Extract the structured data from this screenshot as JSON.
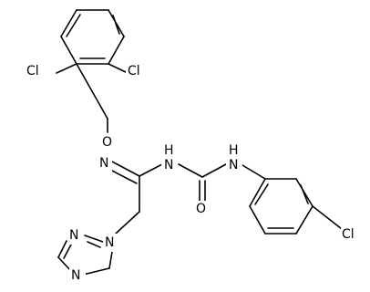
{
  "molecule": {
    "atoms": {
      "cl_left": "Cl",
      "cl_right": "Cl",
      "o_ether": "O",
      "n_imine": "N",
      "nh_left": "N",
      "h_left": "H",
      "nh_right": "N",
      "h_right": "H",
      "o_carbonyl": "O",
      "n_triazole_1": "N",
      "n_triazole_2": "N",
      "n_triazole_4": "N",
      "cl_para": "Cl"
    }
  },
  "colors": {
    "bond": "#000000",
    "text": "#000000",
    "background": "#ffffff"
  }
}
